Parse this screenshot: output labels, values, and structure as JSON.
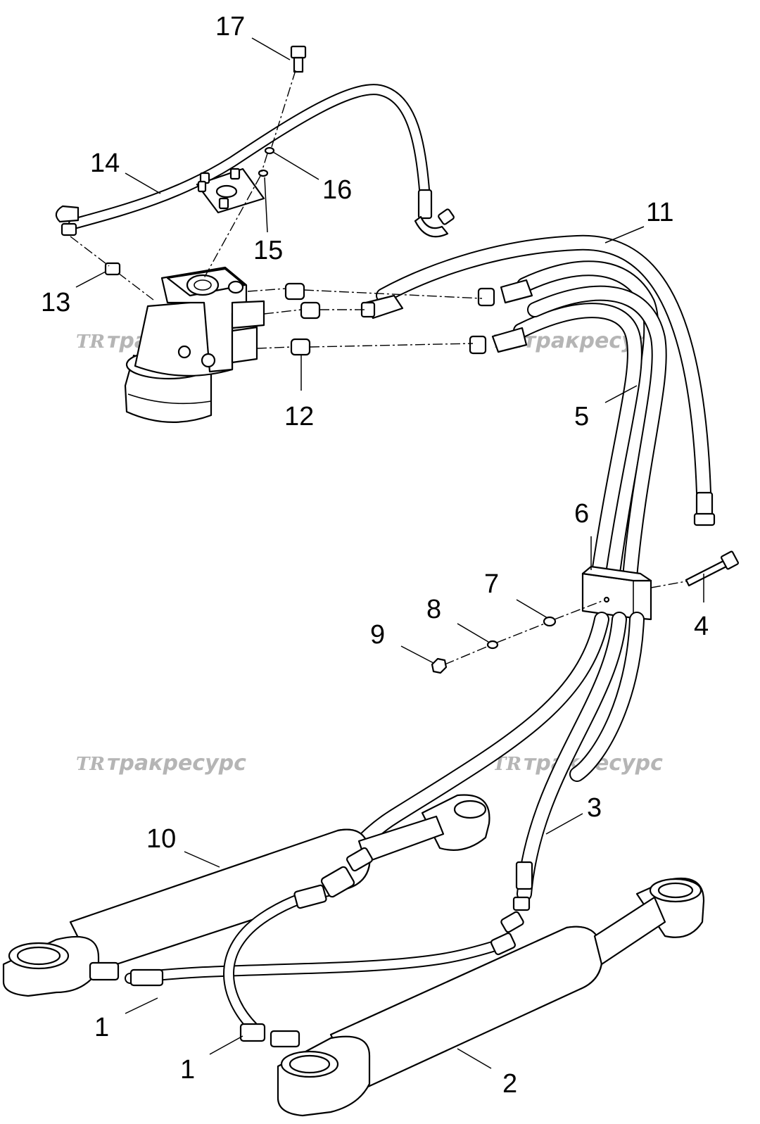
{
  "callouts": [
    {
      "id": "17",
      "label": "17"
    },
    {
      "id": "14",
      "label": "14"
    },
    {
      "id": "16",
      "label": "16"
    },
    {
      "id": "15",
      "label": "15"
    },
    {
      "id": "11",
      "label": "11"
    },
    {
      "id": "13",
      "label": "13"
    },
    {
      "id": "12",
      "label": "12"
    },
    {
      "id": "5",
      "label": "5"
    },
    {
      "id": "6",
      "label": "6"
    },
    {
      "id": "7",
      "label": "7"
    },
    {
      "id": "8",
      "label": "8"
    },
    {
      "id": "9",
      "label": "9"
    },
    {
      "id": "4",
      "label": "4"
    },
    {
      "id": "3",
      "label": "3"
    },
    {
      "id": "10",
      "label": "10"
    },
    {
      "id": "1a",
      "label": "1"
    },
    {
      "id": "1b",
      "label": "1"
    },
    {
      "id": "2",
      "label": "2"
    }
  ],
  "watermark": {
    "logo": "ТR",
    "text": "тракресурс"
  }
}
